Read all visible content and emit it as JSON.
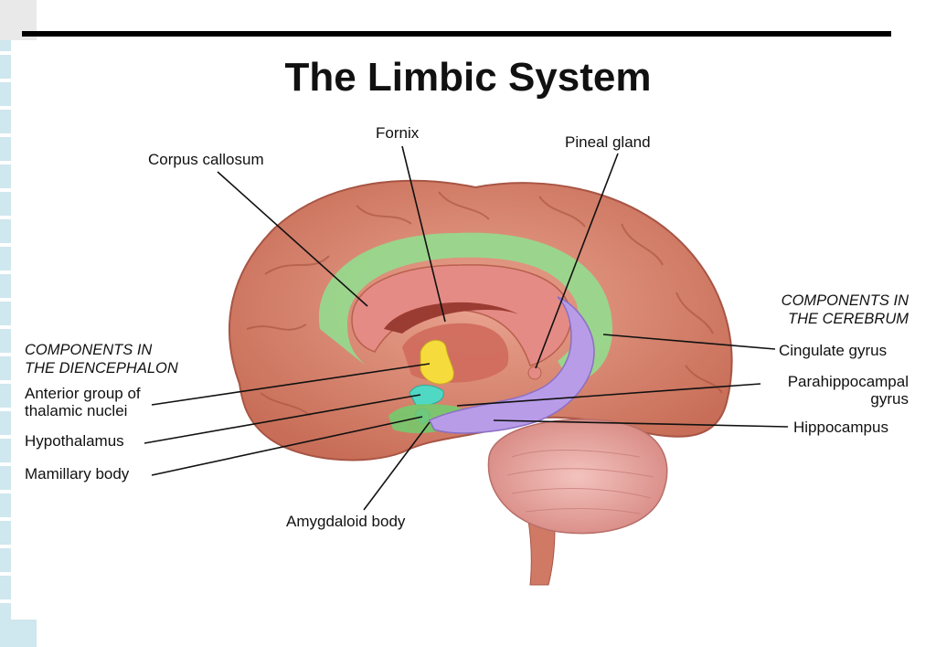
{
  "title": "The Limbic System",
  "section_headers": {
    "diencephalon": [
      "COMPONENTS IN",
      "THE DIENCEPHALON"
    ],
    "cerebrum": [
      "COMPONENTS IN",
      "THE CEREBRUM"
    ]
  },
  "labels": {
    "fornix": "Fornix",
    "pineal_gland": "Pineal gland",
    "corpus_callosum": "Corpus callosum",
    "anterior_thalamic": [
      "Anterior group of",
      "thalamic nuclei"
    ],
    "hypothalamus": "Hypothalamus",
    "mamillary_body": "Mamillary body",
    "amygdaloid_body": "Amygdaloid body",
    "cingulate_gyrus": "Cingulate gyrus",
    "parahippocampal_gyrus": [
      "Parahippocampal",
      "gyrus"
    ],
    "hippocampus": "Hippocampus"
  },
  "colors": {
    "cortex": "#d98773",
    "cortex_dark": "#b8604d",
    "cingulate": "#8fe08f",
    "hippocampus": "#b89ce8",
    "thalamus": "#f5dc3c",
    "hypothalamus": "#4fd8c4",
    "mamillary": "#6fa4d8",
    "cerebellum": "#e7a3a0"
  }
}
